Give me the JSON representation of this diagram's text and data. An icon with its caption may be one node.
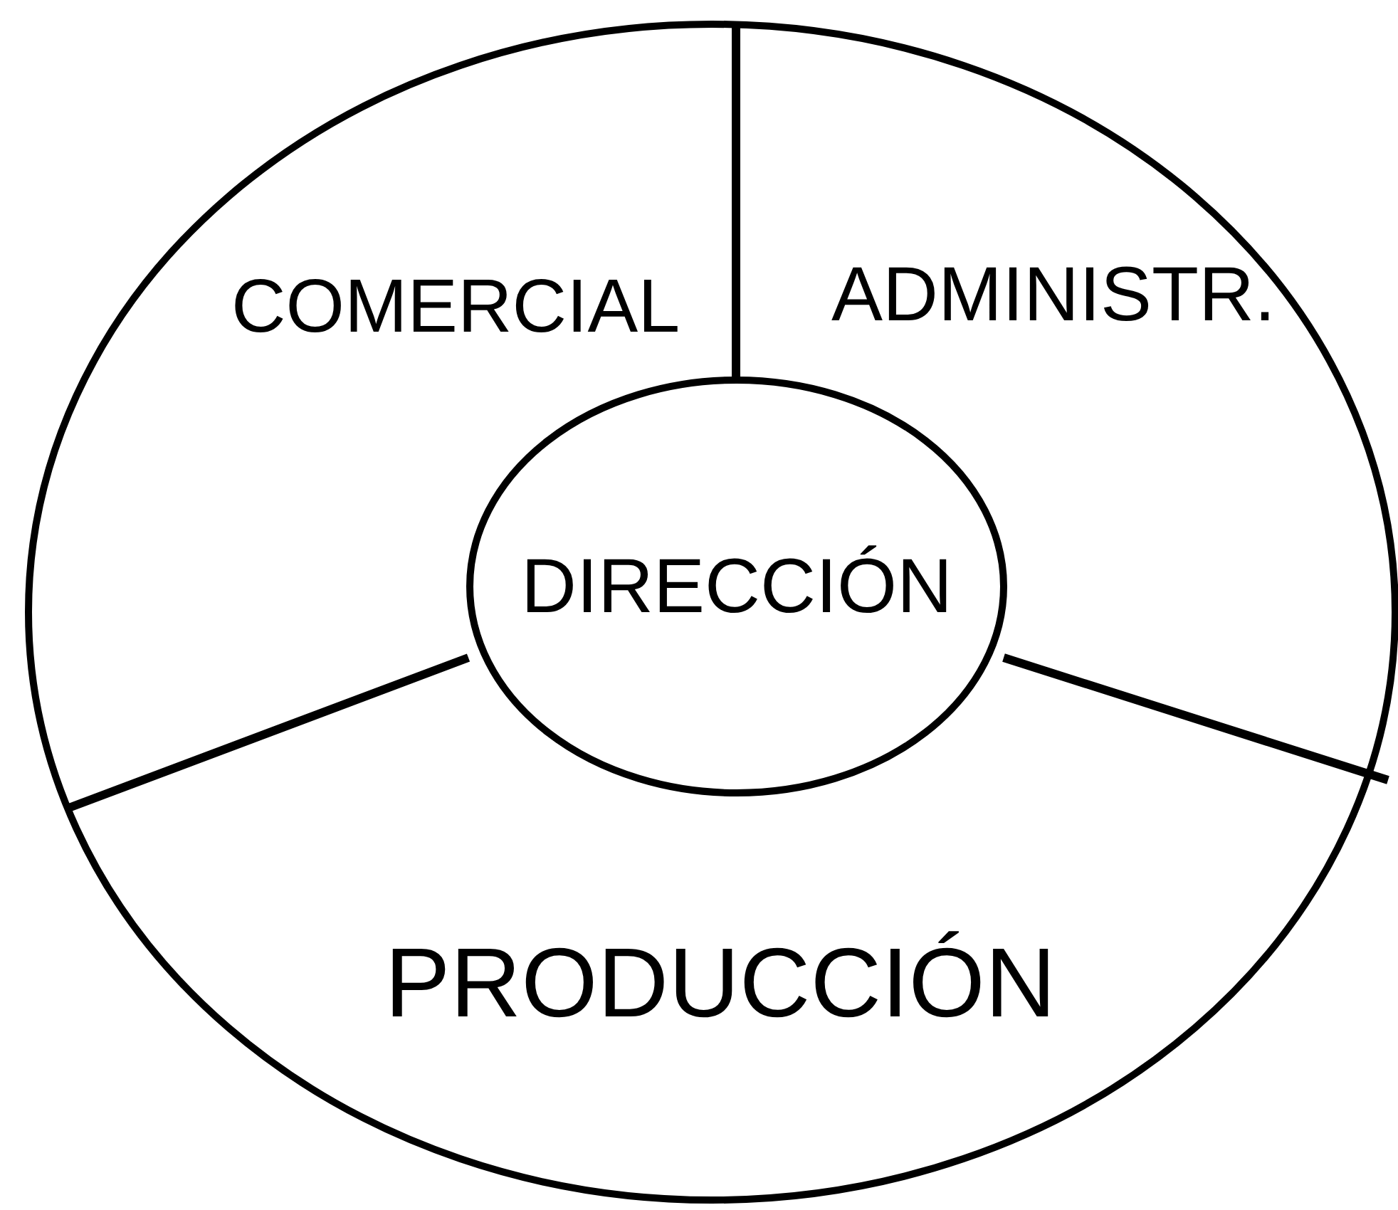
{
  "diagram": {
    "nodes": [
      {
        "text": [
          "COMERCIAL"
        ]
      },
      {
        "text": [
          "ADMINISTR."
        ]
      },
      {
        "text": [
          "DIRECCIÓN"
        ]
      },
      {
        "text": [
          "PRODUCCIÓN"
        ]
      }
    ]
  }
}
